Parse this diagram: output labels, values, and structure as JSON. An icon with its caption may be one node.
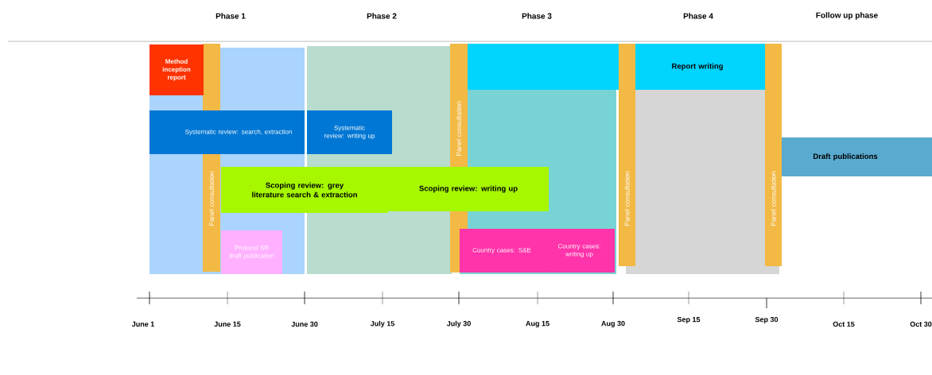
{
  "diagram": {
    "nodes": [
      {
        "text": [
          "Method inception report"
        ]
      },
      {
        "text": [
          "Panel consultation"
        ]
      },
      {
        "text": [
          "Systematic review: search, extraction"
        ]
      },
      {
        "text": [
          "Systematic review: writing up"
        ]
      },
      {
        "text": [
          "Scoping review: grey literature search & extraction"
        ]
      },
      {
        "text": [
          "Scoping review: writing up"
        ]
      },
      {
        "text": [
          "Protocol SR draft publication"
        ]
      },
      {
        "text": [
          "Panel consultation"
        ]
      },
      {
        "text": [
          "Report writing"
        ]
      },
      {
        "text": [
          "Panel consultation"
        ]
      },
      {
        "text": [
          "Panel consultation"
        ]
      },
      {
        "text": [
          "Country cases: S&E"
        ]
      },
      {
        "text": [
          "Country cases: writing up"
        ]
      },
      {
        "text": [
          "Draft publications"
        ]
      }
    ],
    "labels": [
      "Phase 1",
      "Phase 2",
      "Phase 3",
      "Phase 4",
      "Follow up phase",
      "June 1",
      "June 15",
      "June 30",
      "July 15",
      "July 30",
      "Aug 15",
      "Aug 30",
      "Sep 15",
      "Sep 30",
      "Oct 15",
      "Oct 30"
    ]
  }
}
